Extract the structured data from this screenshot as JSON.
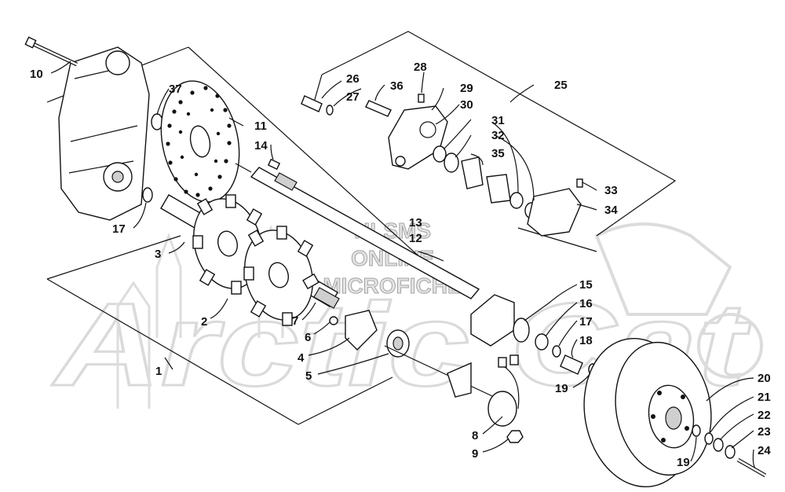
{
  "watermark": {
    "logo": "Arctic Cat",
    "line1": "HLSMS",
    "line2": "ONLINE",
    "line3": "MICROFICHE"
  },
  "callouts": [
    {
      "id": "c1",
      "label": "1"
    },
    {
      "id": "c2",
      "label": "2"
    },
    {
      "id": "c3",
      "label": "3"
    },
    {
      "id": "c4",
      "label": "4"
    },
    {
      "id": "c5",
      "label": "5"
    },
    {
      "id": "c6",
      "label": "6"
    },
    {
      "id": "c7",
      "label": "7"
    },
    {
      "id": "c8",
      "label": "8"
    },
    {
      "id": "c9",
      "label": "9"
    },
    {
      "id": "c10",
      "label": "10"
    },
    {
      "id": "c11",
      "label": "11"
    },
    {
      "id": "c12",
      "label": "12"
    },
    {
      "id": "c13",
      "label": "13"
    },
    {
      "id": "c14",
      "label": "14"
    },
    {
      "id": "c15",
      "label": "15"
    },
    {
      "id": "c16",
      "label": "16"
    },
    {
      "id": "c17a",
      "label": "17"
    },
    {
      "id": "c17b",
      "label": "17"
    },
    {
      "id": "c18",
      "label": "18"
    },
    {
      "id": "c19a",
      "label": "19"
    },
    {
      "id": "c19b",
      "label": "19"
    },
    {
      "id": "c20",
      "label": "20"
    },
    {
      "id": "c21",
      "label": "21"
    },
    {
      "id": "c22",
      "label": "22"
    },
    {
      "id": "c23",
      "label": "23"
    },
    {
      "id": "c24",
      "label": "24"
    },
    {
      "id": "c25",
      "label": "25"
    },
    {
      "id": "c26",
      "label": "26"
    },
    {
      "id": "c27",
      "label": "27"
    },
    {
      "id": "c28",
      "label": "28"
    },
    {
      "id": "c29",
      "label": "29"
    },
    {
      "id": "c30",
      "label": "30"
    },
    {
      "id": "c31",
      "label": "31"
    },
    {
      "id": "c32",
      "label": "32"
    },
    {
      "id": "c33",
      "label": "33"
    },
    {
      "id": "c34",
      "label": "34"
    },
    {
      "id": "c35",
      "label": "35"
    },
    {
      "id": "c36",
      "label": "36"
    },
    {
      "id": "c37",
      "label": "37"
    }
  ]
}
